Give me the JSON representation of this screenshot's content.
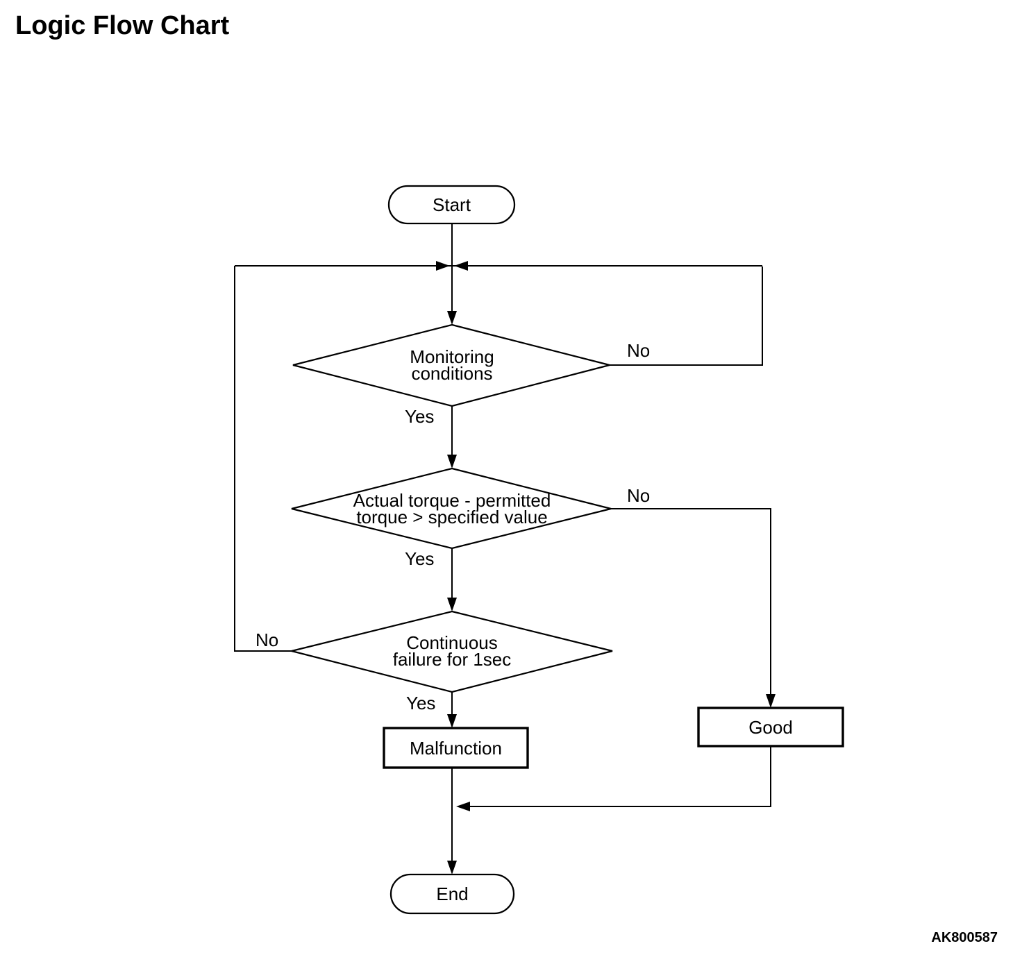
{
  "title": "Logic Flow Chart",
  "figure_code": "AK800587",
  "flowchart": {
    "start_label": "Start",
    "end_label": "End",
    "decision1": {
      "label": "Monitoring\nconditions",
      "yes_label": "Yes",
      "no_label": "No"
    },
    "decision2": {
      "label": "Actual torque - permitted\ntorque > specified value",
      "yes_label": "Yes",
      "no_label": "No"
    },
    "decision3": {
      "label": "Continuous\nfailure for 1sec",
      "yes_label": "Yes",
      "no_label": "No"
    },
    "process_malfunction_label": "Malfunction",
    "process_good_label": "Good",
    "colors": {
      "line": "#000000",
      "background": "#ffffff"
    }
  }
}
